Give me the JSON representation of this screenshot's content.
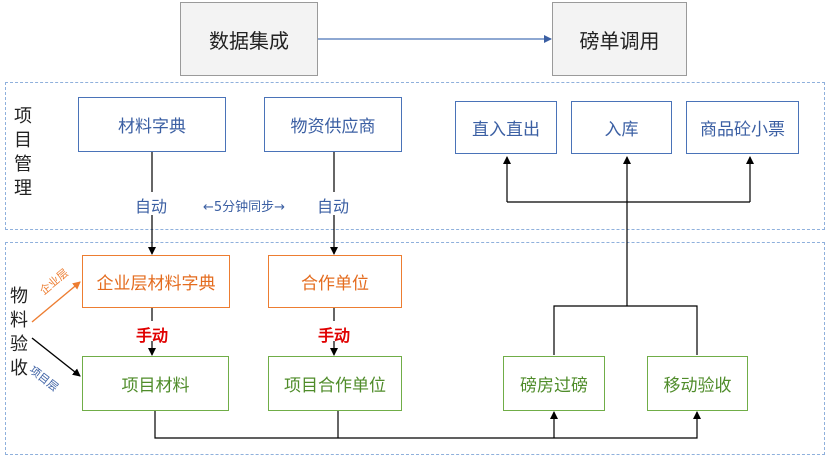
{
  "top": {
    "integration": "数据集成",
    "weigh_call": "磅单调用"
  },
  "project_mgmt": {
    "label_chars": [
      "项",
      "目",
      "管",
      "理"
    ],
    "material_dict": "材料字典",
    "supplier": "物资供应商",
    "direct_in_out": "直入直出",
    "warehouse_in": "入库",
    "concrete_ticket": "商品砼小票"
  },
  "auto_left": "自动",
  "auto_right": "自动",
  "sync_note": "←5分钟同步→",
  "material_acceptance": {
    "label_chars": [
      "物",
      "料",
      "验",
      "收"
    ],
    "enterprise_dict": "企业层材料字典",
    "partner": "合作单位",
    "manual_left": "手动",
    "manual_right": "手动",
    "project_material": "项目材料",
    "project_partner": "项目合作单位",
    "weighbridge": "磅房过磅",
    "mobile_acceptance": "移动验收",
    "enterprise_layer_tag": "企业层",
    "project_layer_tag": "项目层"
  }
}
